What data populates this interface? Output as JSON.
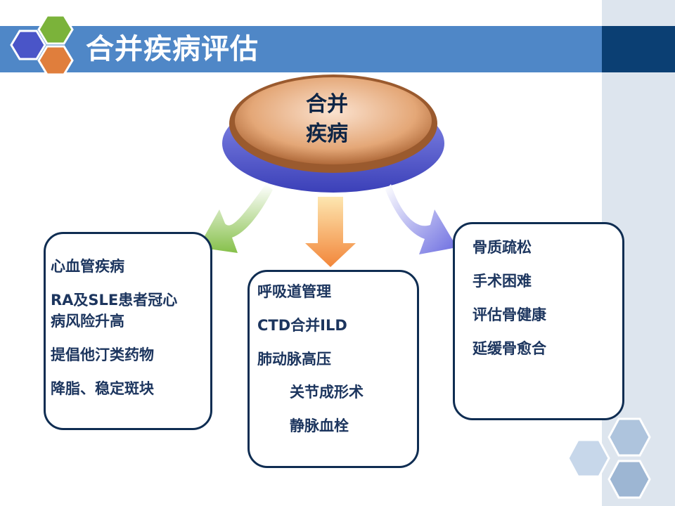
{
  "slide": {
    "title": "合并疾病评估"
  },
  "center": {
    "line1": "合并",
    "line2": "疾病"
  },
  "left_box": {
    "items": [
      "心血管疾病",
      "RA及SLE患者冠心",
      "病风险升高",
      "提倡他汀类药物",
      "降脂、稳定斑块"
    ]
  },
  "middle_box": {
    "items": [
      "呼吸道管理",
      "CTD合并ILD",
      "肺动脉高压"
    ],
    "sub_items": [
      "关节成形术",
      "静脉血栓"
    ]
  },
  "right_box": {
    "items": [
      "骨质疏松",
      "手术困难",
      "评估骨健康",
      "延缓骨愈合"
    ]
  },
  "colors": {
    "title_bar": "#4f87c7",
    "title_bar_dark": "#0b3f73",
    "box_border": "#0f2d52",
    "hex_blue": "#4a55c8",
    "hex_green": "#7bb33a",
    "hex_orange": "#e07e3c",
    "oval_orange": "#d9935f",
    "oval_base": "#5d63cf"
  }
}
